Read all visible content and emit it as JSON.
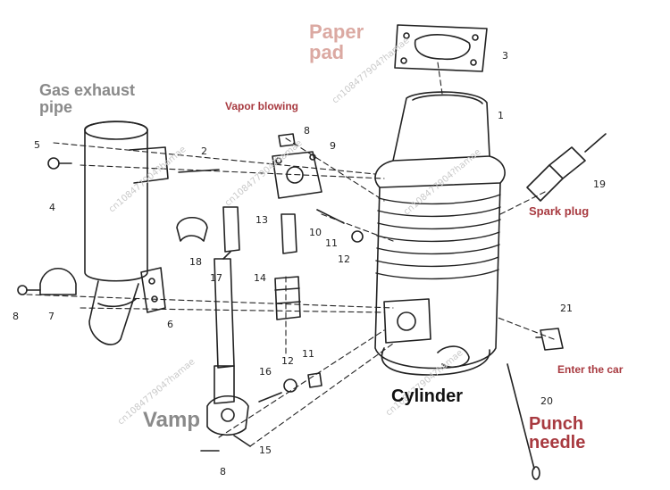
{
  "labels": {
    "paper_pad": "Paper\npad",
    "gas_exhaust_pipe": "Gas exhaust\npipe",
    "vapor_blowing": "Vapor blowing",
    "spark_plug": "Spark plug",
    "enter_the_car": "Enter the car",
    "cylinder": "Cylinder",
    "vamp": "Vamp",
    "punch_needle": "Punch\nneedle"
  },
  "part_numbers": [
    "1",
    "2",
    "3",
    "4",
    "5",
    "6",
    "7",
    "8",
    "9",
    "10",
    "11",
    "12",
    "13",
    "14",
    "15",
    "16",
    "17",
    "18",
    "19",
    "20",
    "21",
    "8",
    "8",
    "11",
    "12"
  ],
  "watermark": "cn108477904?hamae",
  "colors": {
    "pink_label": "#dba9a2",
    "red_label": "#a83a40",
    "gray_label": "#8a8a8a",
    "black_label": "#111111",
    "line": "#222222"
  }
}
